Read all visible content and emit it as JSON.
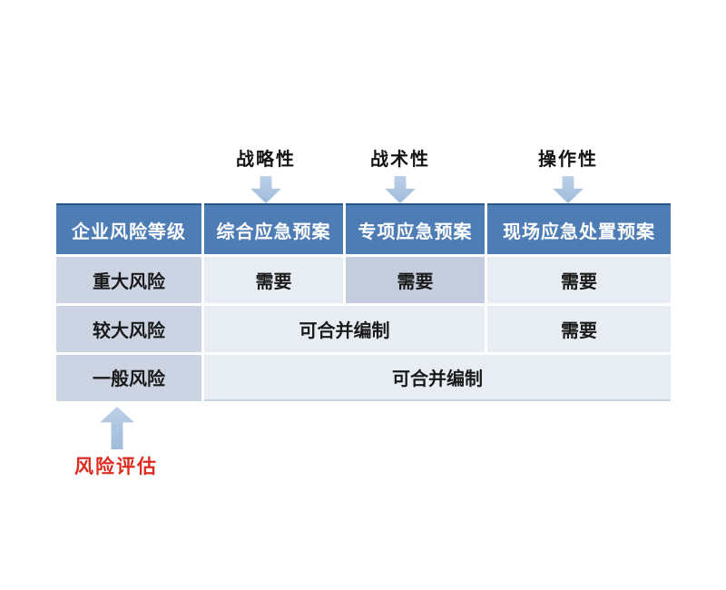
{
  "diagram": {
    "top_labels": [
      {
        "text": "战略性"
      },
      {
        "text": "战术性"
      },
      {
        "text": "操作性"
      }
    ],
    "table": {
      "headers": [
        "企业风险等级",
        "综合应急预案",
        "专项应急预案",
        "现场应急处置预案"
      ],
      "rows": [
        {
          "level": "重大风险",
          "cells": [
            "需要",
            "需要",
            "需要"
          ]
        },
        {
          "level": "较大风险",
          "cells": [
            "可合并编制",
            "需要"
          ]
        },
        {
          "level": "一般风险",
          "cells": [
            "可合并编制"
          ]
        }
      ]
    },
    "bottom_label": "风险评估",
    "colors": {
      "header_bg": "#4e7db6",
      "header_text": "#ffffff",
      "header_top_line": "#2a5486",
      "row_label_bg": "#ccd4e3",
      "cell_light_bg": "#e8ecf3",
      "cell_highlight_bg": "#c3cdde",
      "table_bottom_line": "#c9d4e2",
      "arrow_fill_light": "#bdd0e8",
      "arrow_fill_dark": "#9fbbdb",
      "accent_red": "#dd2b1f",
      "body_text": "#1a1a1a"
    }
  }
}
